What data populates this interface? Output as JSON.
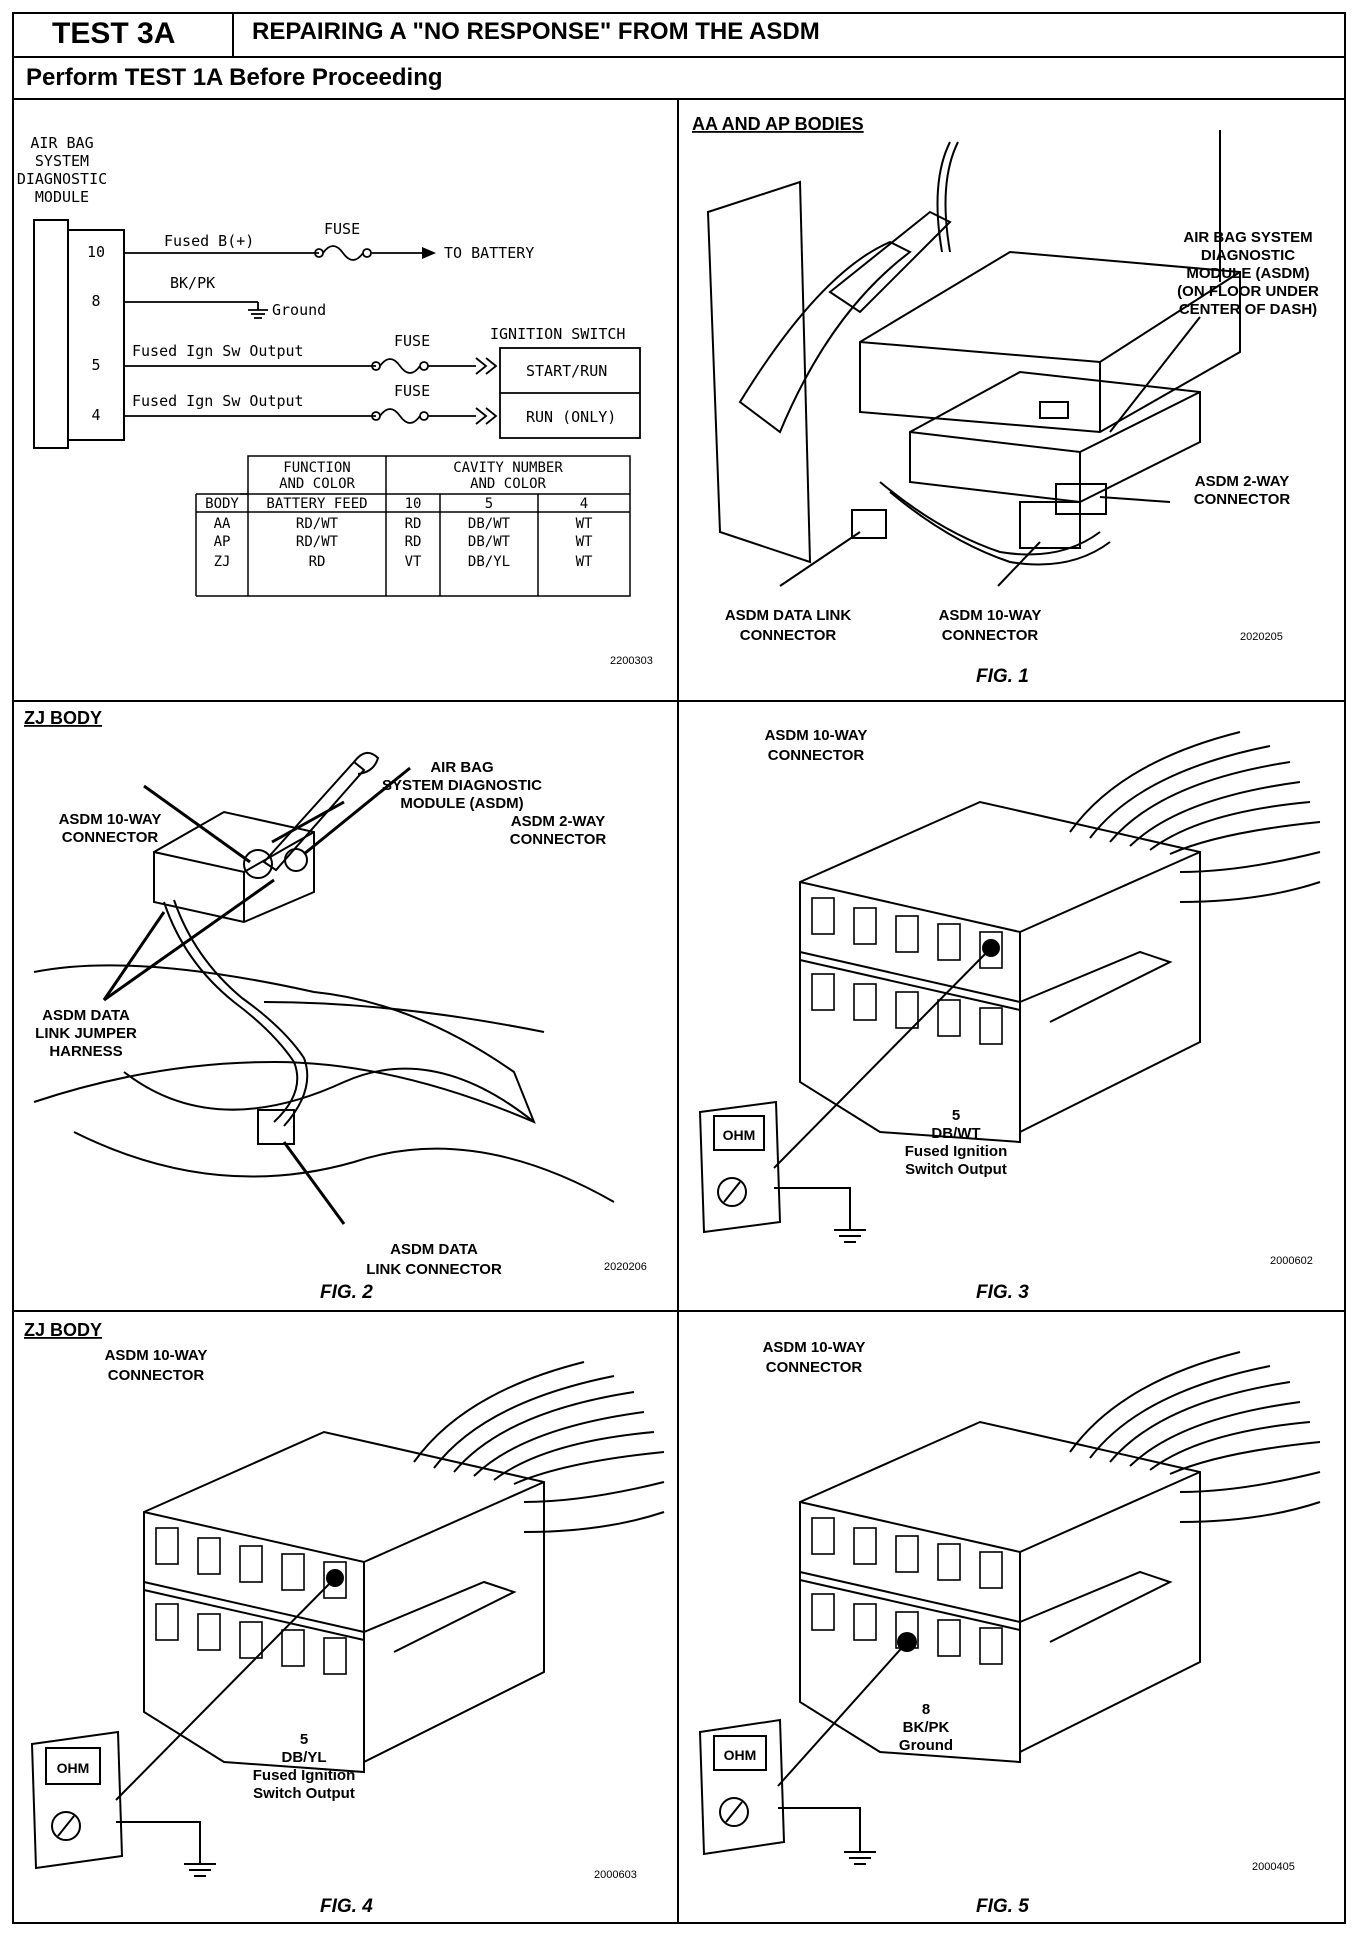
{
  "header": {
    "test_label": "TEST 3A",
    "title": "REPAIRING A \"NO RESPONSE\" FROM THE ASDM",
    "subheading": "Perform TEST 1A Before Proceeding"
  },
  "wiring": {
    "module_label": [
      "AIR BAG",
      "SYSTEM",
      "DIAGNOSTIC",
      "MODULE"
    ],
    "pins": [
      "10",
      "8",
      "5",
      "4"
    ],
    "wires": {
      "w10": "Fused B(+)",
      "w8": "BK/PK",
      "w5": "Fused Ign Sw Output",
      "w4": "Fused Ign Sw Output"
    },
    "fuse_label": "FUSE",
    "to_battery": "TO BATTERY",
    "ground": "Ground",
    "ignition_switch": "IGNITION SWITCH",
    "start_run": "START/RUN",
    "run_only": "RUN (ONLY)",
    "table": {
      "head1": [
        "FUNCTION",
        "AND COLOR"
      ],
      "head2": [
        "CAVITY NUMBER",
        "AND COLOR"
      ],
      "rows": [
        [
          "BODY",
          "BATTERY FEED",
          "10",
          "5",
          "4"
        ],
        [
          "AA",
          "RD/WT",
          "RD",
          "DB/WT",
          "WT"
        ],
        [
          "AP",
          "RD/WT",
          "RD",
          "DB/WT",
          "WT"
        ],
        [
          "ZJ",
          "RD",
          "VT",
          "DB/YL",
          "WT"
        ]
      ]
    },
    "ref": "2200303"
  },
  "fig1": {
    "heading": "AA AND AP BODIES",
    "asdm_callout": [
      "AIR BAG SYSTEM",
      "DIAGNOSTIC",
      "MODULE (ASDM)",
      "(ON FLOOR UNDER",
      "CENTER OF DASH)"
    ],
    "two_way": [
      "ASDM 2-WAY",
      "CONNECTOR"
    ],
    "data_link": [
      "ASDM DATA LINK",
      "CONNECTOR"
    ],
    "ten_way": [
      "ASDM 10-WAY",
      "CONNECTOR"
    ],
    "ref": "2020205",
    "caption": "FIG. 1"
  },
  "fig2": {
    "heading": "ZJ BODY",
    "asdm_callout": [
      "AIR BAG",
      "SYSTEM DIAGNOSTIC",
      "MODULE (ASDM)"
    ],
    "ten_way": [
      "ASDM 10-WAY",
      "CONNECTOR"
    ],
    "two_way": [
      "ASDM 2-WAY",
      "CONNECTOR"
    ],
    "jumper": [
      "ASDM DATA",
      "LINK JUMPER",
      "HARNESS"
    ],
    "data_link": [
      "ASDM DATA",
      "LINK CONNECTOR"
    ],
    "ref": "2020206",
    "caption": "FIG. 2"
  },
  "fig3": {
    "title": [
      "ASDM 10-WAY",
      "CONNECTOR"
    ],
    "probe": [
      "5",
      "DB/WT",
      "Fused Ignition",
      "Switch Output"
    ],
    "meter": "OHM",
    "ref": "2000602",
    "caption": "FIG. 3"
  },
  "fig4": {
    "heading": "ZJ BODY",
    "title": [
      "ASDM 10-WAY",
      "CONNECTOR"
    ],
    "probe": [
      "5",
      "DB/YL",
      "Fused Ignition",
      "Switch Output"
    ],
    "meter": "OHM",
    "ref": "2000603",
    "caption": "FIG. 4"
  },
  "fig5": {
    "title": [
      "ASDM 10-WAY",
      "CONNECTOR"
    ],
    "probe": [
      "8",
      "BK/PK",
      "Ground"
    ],
    "meter": "OHM",
    "ref": "2000405",
    "caption": "FIG. 5"
  }
}
